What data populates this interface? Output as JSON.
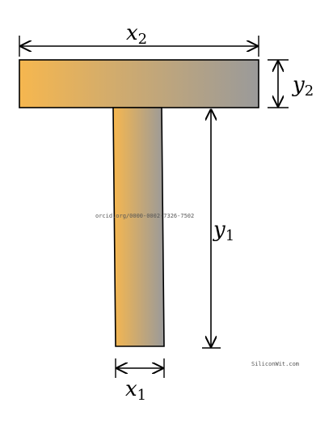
{
  "labels": {
    "x2": {
      "symbol": "x",
      "subscript": "2"
    },
    "y2": {
      "symbol": "y",
      "subscript": "2"
    },
    "y1": {
      "symbol": "y",
      "subscript": "1"
    },
    "x1": {
      "symbol": "x",
      "subscript": "1"
    }
  },
  "watermark": {
    "orcid": "orcid.org/0000-0002-7326-7502",
    "site": "SiliconWit.com"
  },
  "colors": {
    "gradient_start": "#f6b74f",
    "gradient_end": "#9a9a9a",
    "stroke": "#000000"
  }
}
